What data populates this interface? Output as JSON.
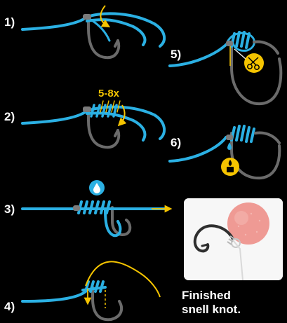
{
  "steps": [
    {
      "label": "1)"
    },
    {
      "label": "2)",
      "wrap_count": "5-8x"
    },
    {
      "label": "3)"
    },
    {
      "label": "4)"
    },
    {
      "label": "5)"
    },
    {
      "label": "6)"
    }
  ],
  "caption": {
    "line1": "Finished",
    "line2": "snell knot."
  },
  "colors": {
    "line": "#2bb0e3",
    "highlight": "#f5c400",
    "hook": "#6b6b6b",
    "background": "#000000",
    "bead": "#ef9a94"
  },
  "icons": {
    "step3": "water-drop-icon",
    "step5": "scissors-icon",
    "step6": "lighter-flame-icon"
  }
}
